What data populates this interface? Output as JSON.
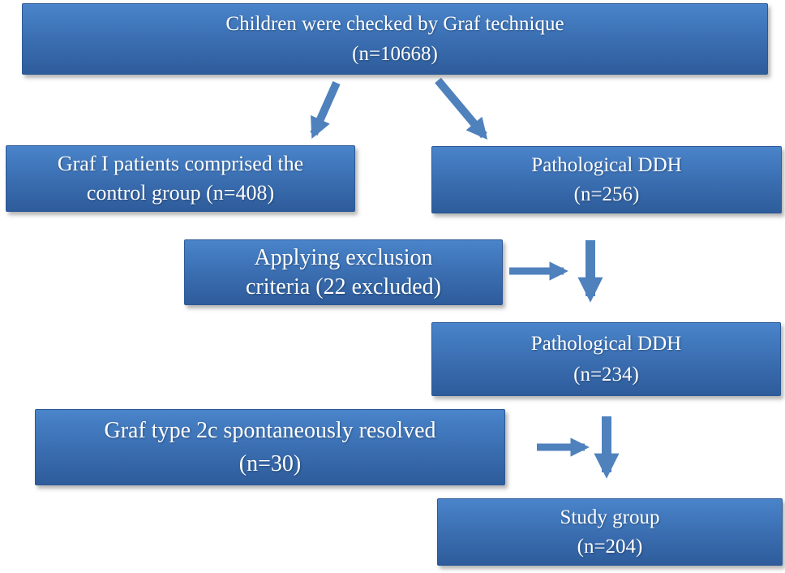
{
  "flowchart": {
    "figure_type": "flowchart",
    "colors": {
      "box_top": "#4a84ca",
      "box_mid": "#3a6eb1",
      "box_bottom": "#2e5c9b",
      "box_border": "#2b5894",
      "arrow": "#4f81bd",
      "text": "#ffffff",
      "background": "#ffffff"
    },
    "boxes": {
      "root": {
        "line1": "Children were checked by Graf technique",
        "line2": "(n=10668)"
      },
      "control": {
        "line1": "Graf I patients comprised the",
        "line2": "control group (n=408)"
      },
      "ddh256": {
        "line1": "Pathological DDH",
        "line2": "(n=256)"
      },
      "exclusion": {
        "line1": "Applying exclusion",
        "line2": "criteria (22 excluded)"
      },
      "ddh234": {
        "line1": "Pathological DDH",
        "line2": "(n=234)"
      },
      "resolved": {
        "line1": "Graf type 2c spontaneously resolved",
        "line2": "(n=30)"
      },
      "study": {
        "line1": "Study group",
        "line2": "(n=204)"
      }
    },
    "edges": [
      {
        "from": "root",
        "to": "control"
      },
      {
        "from": "root",
        "to": "ddh256"
      },
      {
        "from": "ddh256",
        "to": "ddh234"
      },
      {
        "from": "exclusion",
        "to": "flow-ddh256-ddh234"
      },
      {
        "from": "ddh234",
        "to": "study"
      },
      {
        "from": "resolved",
        "to": "flow-ddh234-study"
      }
    ]
  }
}
